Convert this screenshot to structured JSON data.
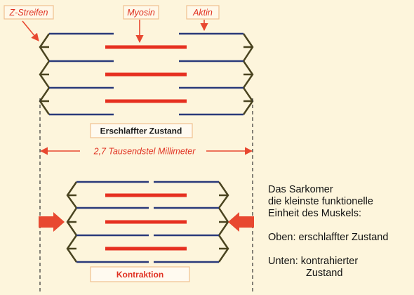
{
  "diagram": {
    "labels": {
      "z_streifen": "Z-Streifen",
      "myosin": "Myosin",
      "aktin": "Aktin"
    },
    "state_relaxed": "Erschlaffter Zustand",
    "measurement": "2,7 Tausendstel Millimeter",
    "state_contracted": "Kontraktion",
    "colors": {
      "background": "#fdf5dc",
      "z_line": "#4a4420",
      "actin": "#2a3a7a",
      "myosin": "#e63020",
      "label_red": "#e03020",
      "arrow": "#e84830",
      "box_border": "#f0c090"
    }
  },
  "caption": {
    "line1": "Das Sarkomer",
    "line2": "die kleinste funktionelle",
    "line3": "Einheit des Muskels:",
    "line4": "Oben: erschlaffter Zustand",
    "line5": "Unten: kontrahierter",
    "line6": "Zustand"
  }
}
